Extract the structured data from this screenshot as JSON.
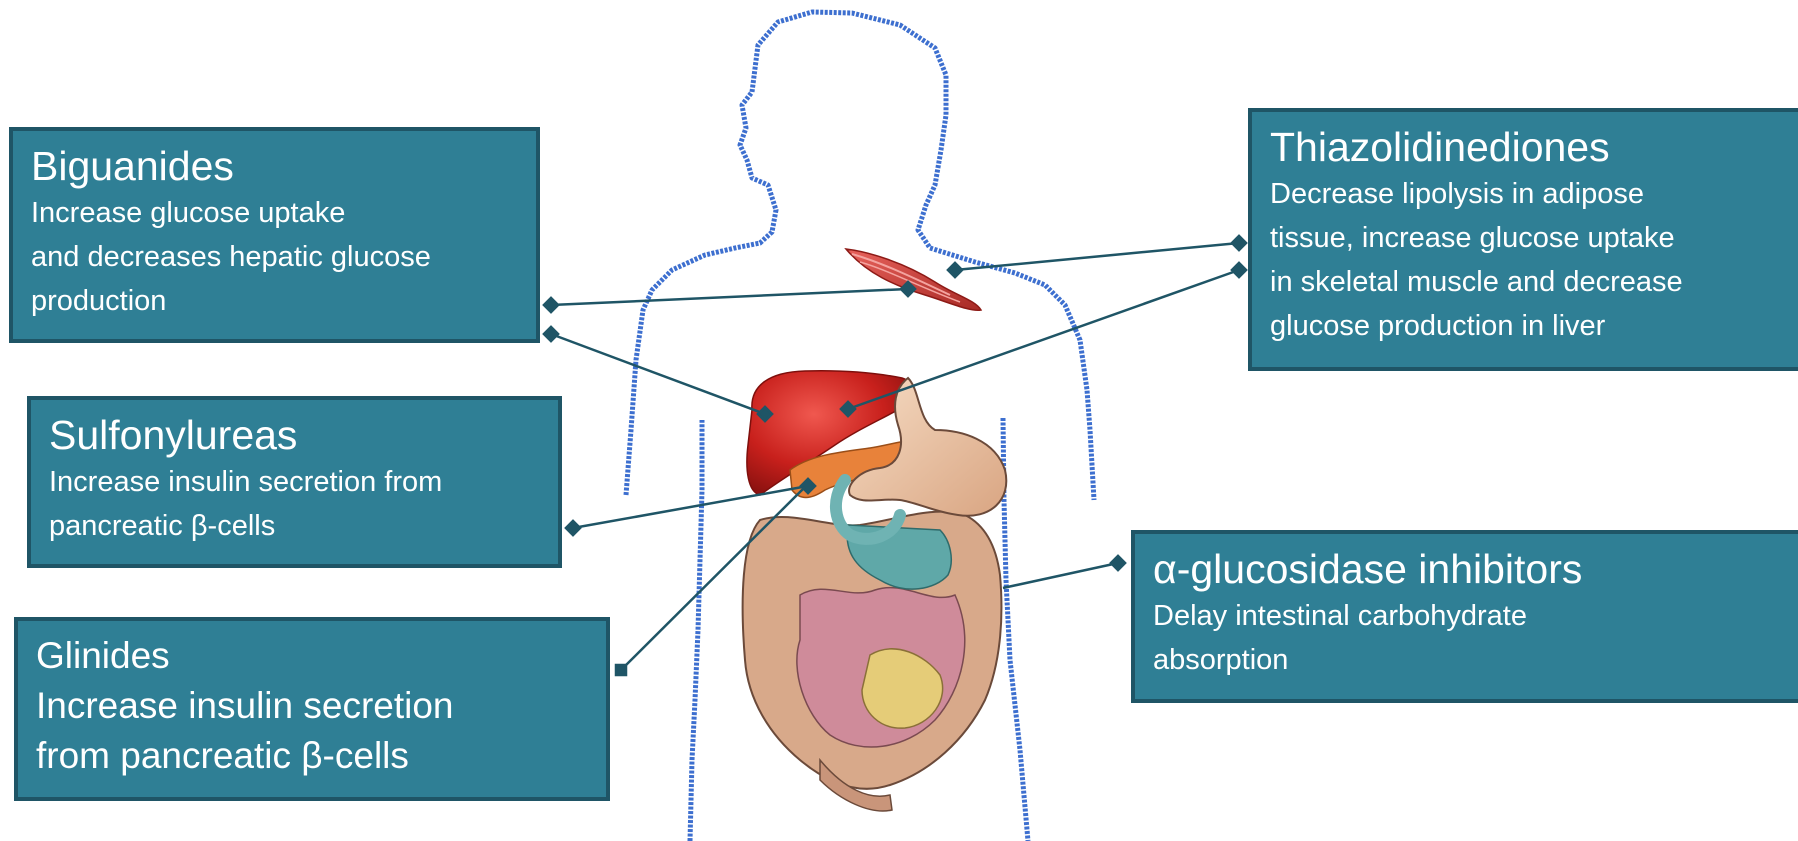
{
  "boxes": {
    "biguanides": {
      "title": "Biguanides",
      "lines": [
        "Increase glucose uptake",
        "and decreases hepatic glucose",
        "production"
      ]
    },
    "sulfonylureas": {
      "title": "Sulfonylureas",
      "lines": [
        "Increase insulin secretion from",
        "pancreatic β-cells"
      ]
    },
    "glinides": {
      "title": "Glinides",
      "lines": [
        "Increase insulin secretion",
        "from pancreatic β-cells"
      ]
    },
    "thiazolidinediones": {
      "title": "Thiazolidinediones",
      "lines": [
        "Decrease lipolysis in adipose",
        "tissue, increase glucose uptake",
        "in skeletal muscle and decrease",
        "glucose production in liver"
      ]
    },
    "alpha_glucosidase": {
      "title": "α-glucosidase inhibitors",
      "lines": [
        "Delay intestinal carbohydrate",
        "absorption"
      ]
    }
  },
  "colors": {
    "box_fill": "#2f7f95",
    "box_border": "#1f5566",
    "box_text": "#ffffff",
    "connector": "#1f5566",
    "body_outline": "#3d6fcf",
    "liver": "#c8201c",
    "muscle": "#c83a35",
    "pancreas": "#e8823a",
    "small_intestine": "#5fa8a8",
    "large_intestine": "#d8a98a"
  },
  "icons": [
    "human-body-outline",
    "liver-illustration",
    "muscle-illustration",
    "pancreas-illustration",
    "stomach-illustration",
    "intestines-illustration"
  ]
}
